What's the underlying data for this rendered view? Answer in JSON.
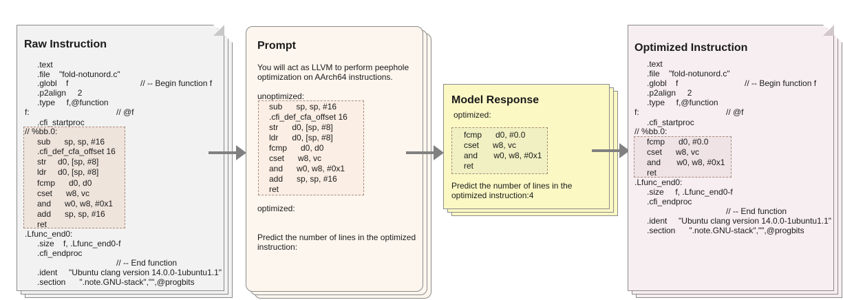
{
  "panels": {
    "raw": {
      "title": "Raw Instruction",
      "lines": [
        ".text",
        ".file    \"fold-notunord.c\"",
        ".globl    f",
        "// -- Begin function f",
        ".p2align     2",
        ".type     f,@function",
        "f:",
        "// @f",
        ".cfi_startproc",
        "// %bb.0:",
        "sub      sp, sp, #16",
        ".cfi_def_cfa_offset 16",
        "str     d0, [sp, #8]",
        "ldr     d0, [sp, #8]",
        "fcmp      d0, d0",
        "cset      w8, vc",
        "and      w0, w8, #0x1",
        "add      sp, sp, #16",
        "ret",
        ".Lfunc_end0:",
        ".size    f, .Lfunc_end0-f",
        ".cfi_endproc",
        "// -- End function",
        ".ident     \"Ubuntu clang version 14.0.0-1ubuntu1.1\"",
        ".section      \".note.GNU-stack\",\"\",@progbits"
      ]
    },
    "prompt": {
      "title": "Prompt",
      "intro_1": "You will act as LLVM to perform peephole",
      "intro_2": "optimization on AArch64 instructions.",
      "unopt_label": "unoptimized:",
      "code": [
        "sub      sp, sp, #16",
        ".cfi_def_cfa_offset 16",
        "str      d0, [sp, #8]",
        "ldr      d0, [sp, #8]",
        "fcmp      d0, d0",
        "cset      w8, vc",
        "and      w0, w8, #0x1",
        "add      sp, sp, #16",
        "ret"
      ],
      "opt_label": "optimized:",
      "question_1": "Predict the number of lines in the optimized",
      "question_2": "instruction:"
    },
    "response": {
      "title": "Model Response",
      "opt_label": "optimized:",
      "code": [
        "fcmp      d0, #0.0",
        "cset      w8, vc",
        "and       w0, w8, #0x1",
        "ret"
      ],
      "answer_1": "Predict the number of lines in the",
      "answer_2": "optimized instruction:4"
    },
    "optimized": {
      "title": "Optimized Instruction",
      "lines": [
        ".text",
        ".file    \"fold-notunord.c\"",
        ".globl    f",
        "// -- Begin function f",
        ".p2align     2",
        ".type     f,@function",
        "f:",
        "// @f",
        ".cfi_startproc",
        "// %bb.0:",
        "fcmp      d0, #0.0",
        "cset      w8, vc",
        "and       w0, w8, #0x1",
        "ret",
        ".Lfunc_end0:",
        ".size     f, .Lfunc_end0-f",
        ".cfi_endproc",
        "// -- End function",
        ".ident     \"Ubuntu clang version 14.0.0-1ubuntu1.1\"",
        ".section      \".note.GNU-stack\",\"\",@progbits"
      ]
    }
  },
  "colors": {
    "raw_fill": "#f2f2f2",
    "prompt_fill": "#fdf6ee",
    "response_fill": "#fbf8c4",
    "optimized_fill": "#f7eef1",
    "arrow": "#808080"
  }
}
